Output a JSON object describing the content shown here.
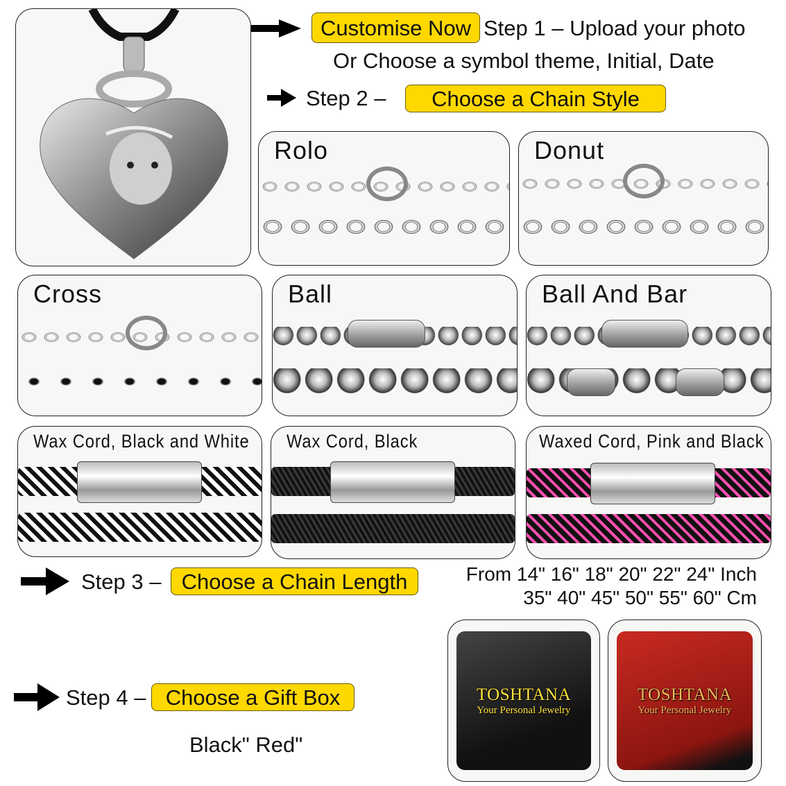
{
  "step1": {
    "button": "Customise Now",
    "text": "Step 1 – Upload your photo",
    "subtext": "Or Choose a symbol theme, Initial, Date"
  },
  "step2": {
    "label": "Step 2 –",
    "button": "Choose a Chain Style"
  },
  "chains": [
    "Rolo",
    "Donut",
    "Cross",
    "Ball",
    "Ball And Bar",
    "Wax Cord, Black and White",
    "Wax Cord, Black",
    "Waxed Cord, Pink and Black"
  ],
  "step3": {
    "label": "Step 3 –",
    "button": "Choose a Chain Length",
    "inches": "From 14\" 16\" 18\" 20\" 22\" 24\" Inch",
    "cm": "35\" 40\" 45\" 50\" 55\" 60\" Cm"
  },
  "step4": {
    "label": "Step 4 –",
    "button": "Choose a Gift Box",
    "options": "Black\" Red\""
  },
  "boxes": [
    {
      "brand": "TOSHTANA",
      "tagline": "Your Personal Jewelry",
      "color": "#1a1a1a"
    },
    {
      "brand": "TOSHTANA",
      "tagline": "Your Personal Jewelry",
      "color": "#b8231d"
    }
  ],
  "colors": {
    "highlight": "#ffd800"
  }
}
